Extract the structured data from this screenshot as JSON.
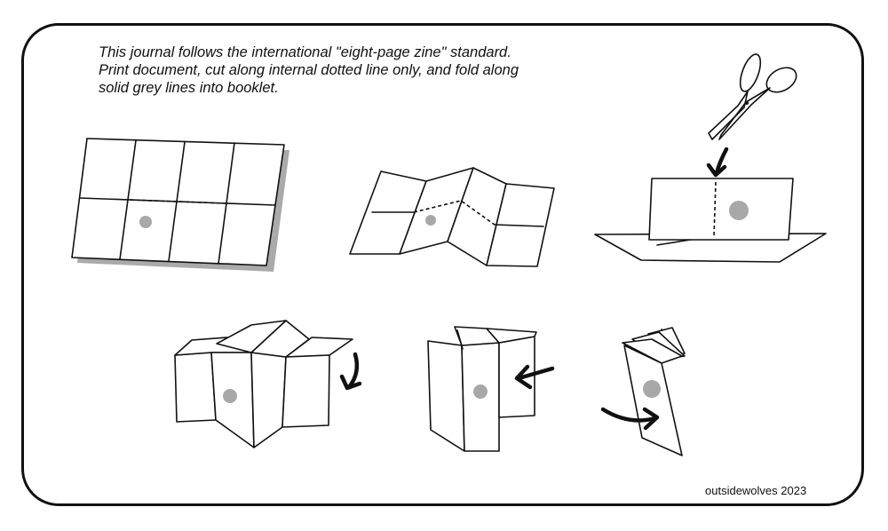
{
  "instructions": {
    "line1": "This journal follows the international \"eight-page zine\" standard.",
    "line2": "Print document, cut along internal dotted line only, and fold along",
    "line3": "solid grey lines into booklet."
  },
  "credit": "outsidewolves 2023",
  "colors": {
    "ink": "#111111",
    "shadow": "#aaaaaa",
    "dot": "#a8a8a8",
    "background": "#ffffff"
  },
  "icons": [
    "scissors-icon",
    "arrow-down-icon",
    "arrow-curve-down-icon",
    "arrow-left-icon",
    "arrow-curve-right-icon"
  ]
}
